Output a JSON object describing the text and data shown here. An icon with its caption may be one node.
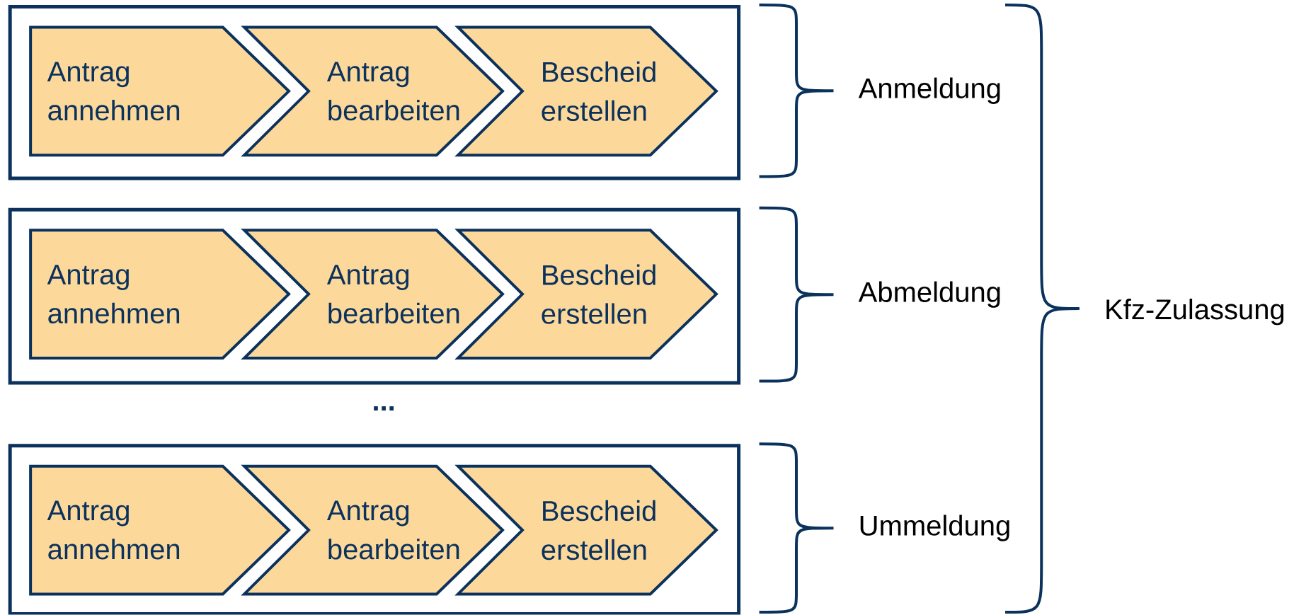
{
  "diagram": {
    "nodes": [
      {
        "text": [],
        "shape": "box"
      },
      {
        "text": [
          "Antrag annehmen"
        ],
        "in": 0
      },
      {
        "text": [
          "Antrag bearbeiten"
        ],
        "in": 0
      },
      {
        "text": [
          "Bescheid erstellen"
        ],
        "in": 0
      },
      {
        "text": [],
        "shape": "box"
      },
      {
        "text": [
          "Antrag annehmen"
        ],
        "in": 4
      },
      {
        "text": [
          "Antrag bearbeiten"
        ],
        "in": 4
      },
      {
        "text": [
          "Bescheid erstellen"
        ],
        "in": 4
      },
      {
        "text": [],
        "shape": "box"
      },
      {
        "text": [
          "Antrag annehmen"
        ],
        "in": 8
      },
      {
        "text": [
          "Antrag bearbeiten"
        ],
        "in": 8
      },
      {
        "text": [
          "Bescheid erstellen"
        ],
        "in": 8
      }
    ],
    "labels": [
      "Anmeldung",
      "Abmeldung",
      "Kfz-Zulassung",
      "...",
      "Ummeldung"
    ]
  }
}
